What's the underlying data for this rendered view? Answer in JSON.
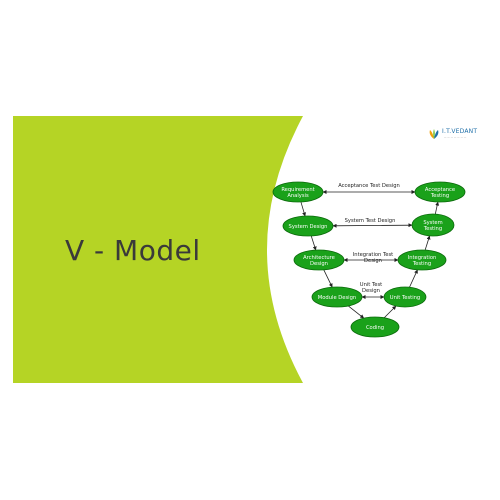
{
  "slide": {
    "title": "V - Model",
    "accent_color": "#b5d425",
    "logo": {
      "text": "I.T.VEDANT",
      "tagline": "— — — — — — —"
    }
  },
  "diagram": {
    "node_fill": "#1aa11a",
    "node_stroke": "#0b6b0b",
    "nodes": [
      {
        "id": "req",
        "lines": [
          "Requirement",
          "Analysis"
        ]
      },
      {
        "id": "acc",
        "lines": [
          "Acceptance",
          "Testing"
        ]
      },
      {
        "id": "sysd",
        "lines": [
          "System Design"
        ]
      },
      {
        "id": "syst",
        "lines": [
          "System",
          "Testing"
        ]
      },
      {
        "id": "arch",
        "lines": [
          "Architecture",
          "Design"
        ]
      },
      {
        "id": "intt",
        "lines": [
          "Integration",
          "Testing"
        ]
      },
      {
        "id": "mod",
        "lines": [
          "Module Design"
        ]
      },
      {
        "id": "unit",
        "lines": [
          "Unit Testing"
        ]
      },
      {
        "id": "code",
        "lines": [
          "Coding"
        ]
      }
    ],
    "edge_labels": [
      {
        "id": "acceptance-test-design",
        "lines": [
          "Acceptance Test Design"
        ]
      },
      {
        "id": "system-test-design",
        "lines": [
          "System Test Design"
        ]
      },
      {
        "id": "integration-test-design",
        "lines": [
          "Integration Test",
          "Design"
        ]
      },
      {
        "id": "unit-test-design",
        "lines": [
          "Unit Test",
          "Design"
        ]
      }
    ]
  }
}
